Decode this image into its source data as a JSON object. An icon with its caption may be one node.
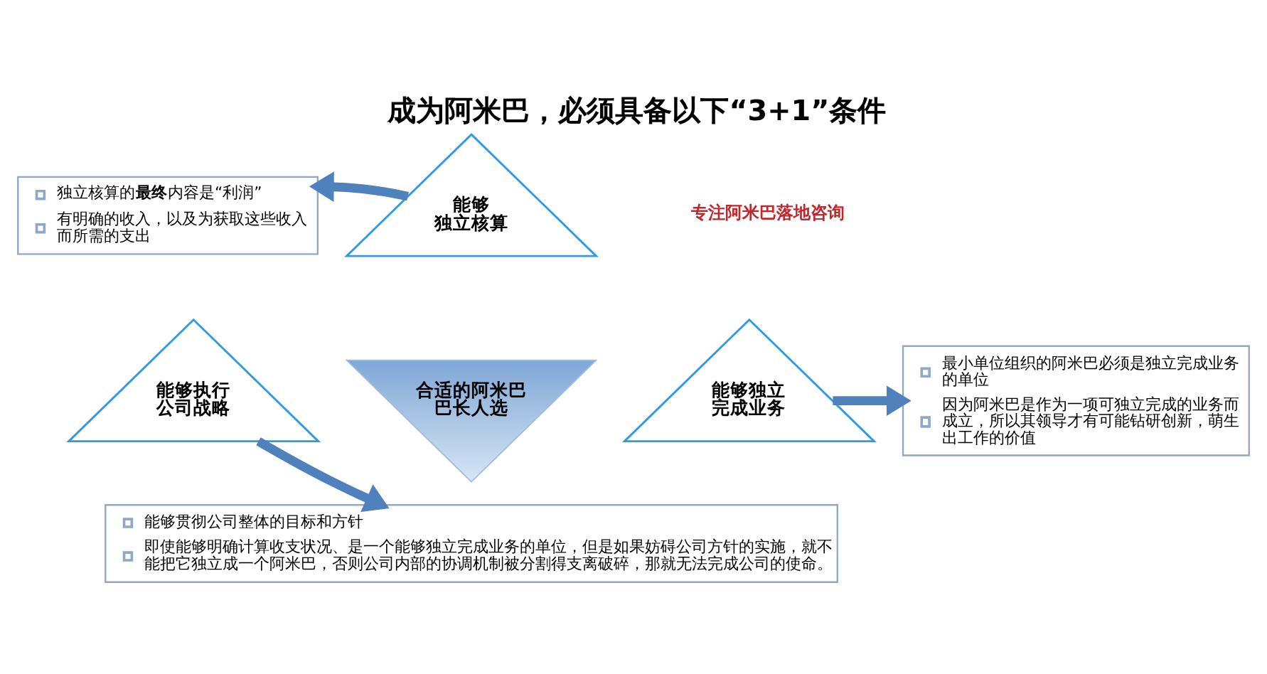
{
  "diagram": {
    "title": "成为阿米巴，必须具备以下“3+1”条件",
    "nodes": [
      {
        "text": [
          "能够独立核算"
        ]
      },
      {
        "text": [
          "合适的阿米巴巴长人选"
        ]
      },
      {
        "text": [
          "能够执行公司战略"
        ]
      },
      {
        "text": [
          "能够独立完成业务"
        ]
      },
      {
        "text": [
          "独立核算的**最终**内容是“利润”",
          "有明确的收入，以及为获取这些收入而所需的支出"
        ]
      },
      {
        "text": [
          "最小单位组织的阿米巴必须是独立完成业务的单位",
          "因为阿米巴是作为一项可独立完成的业务而成立，所以其领导才有可能钻研创新，萌生出工作的价值"
        ]
      },
      {
        "text": [
          "能够贯彻公司整体的目标和方针",
          "即使能够明确计算收支状况、是一个能够独立完成业务的单位，但是如果妨碍公司方针的实施，就不能把它独立成一个阿米巴，否则公司内部的协调机制被分割得支离破碎，那就无法完成公司的使命。"
        ]
      }
    ],
    "edges": [
      {
        "from": 0,
        "to": 4,
        "arrow": "to"
      },
      {
        "from": 3,
        "to": 5,
        "arrow": "to"
      },
      {
        "from": 2,
        "to": 6,
        "arrow": "to"
      }
    ],
    "labels": [
      "专注阿米巴落地咨询"
    ]
  }
}
